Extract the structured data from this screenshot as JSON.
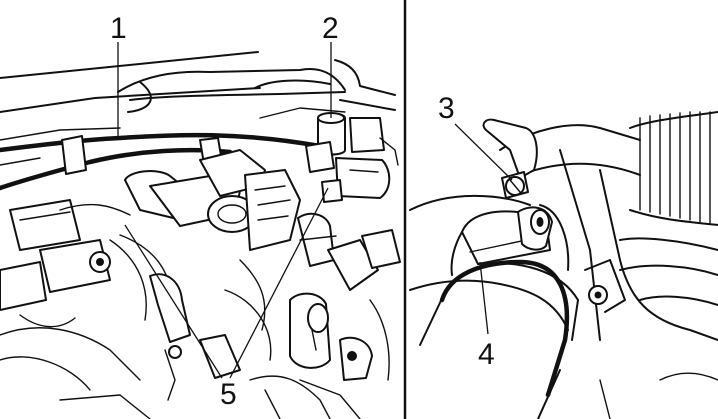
{
  "callouts": {
    "c1": "1",
    "c2": "2",
    "c3": "3",
    "c4": "4",
    "c5": "5"
  },
  "colors": {
    "ink": "#111111",
    "paper": "#ffffff"
  }
}
